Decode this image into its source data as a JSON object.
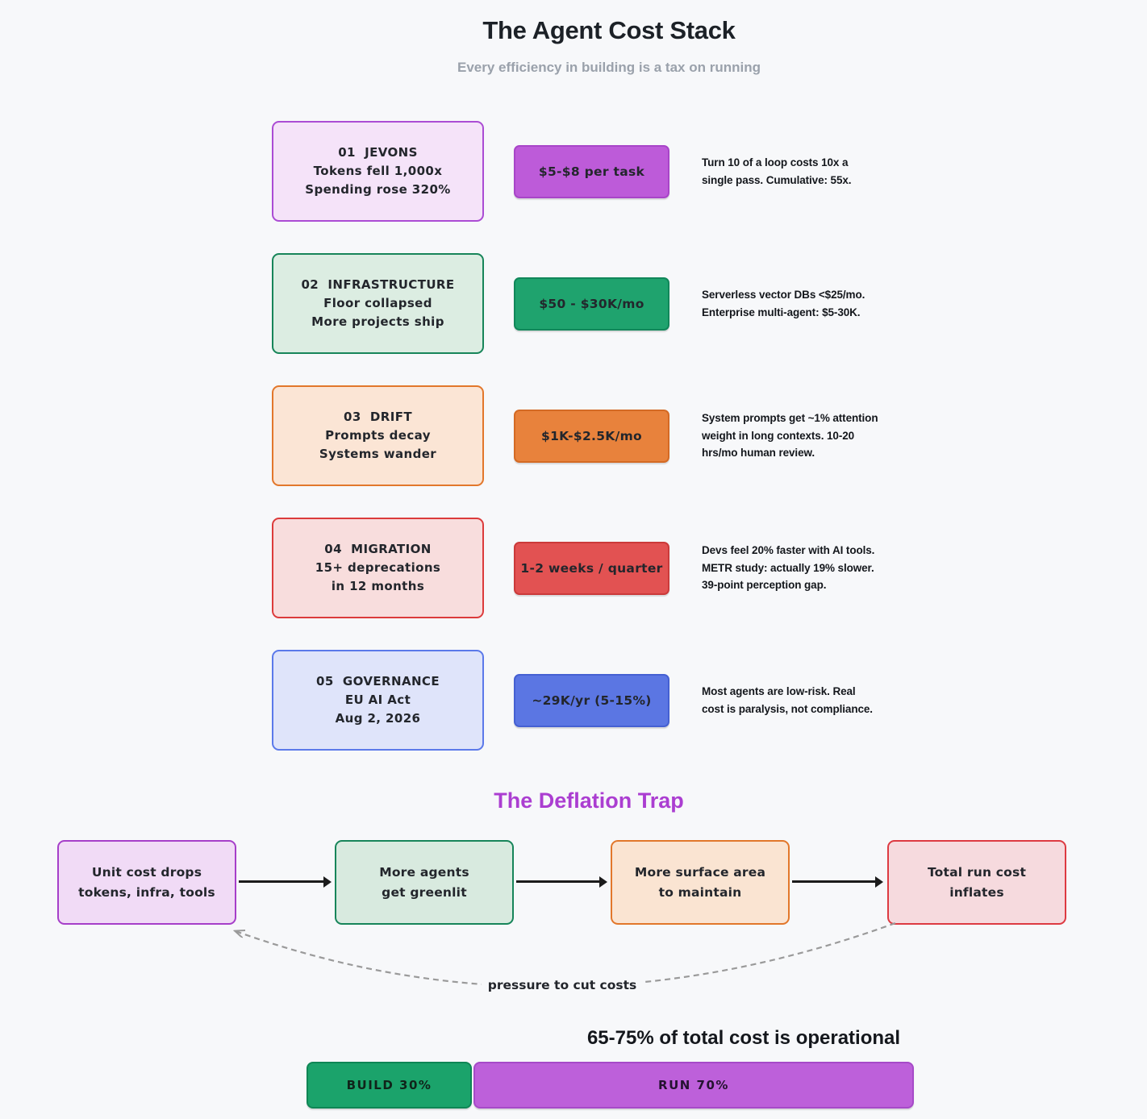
{
  "page": {
    "title": "The Agent Cost Stack",
    "subtitle": "Every efficiency in building is a tax on running",
    "background_color": "#f7f8fa"
  },
  "stack": {
    "rows": [
      {
        "title": "01  JEVONS",
        "line2": "Tokens fell 1,000x",
        "line3": "Spending rose 320%",
        "cost": "$5-$8 per task",
        "description": "Turn 10 of a loop costs 10x a\nsingle pass. Cumulative: 55x.",
        "accent_color": "#bd5bd9"
      },
      {
        "title": "02  INFRASTRUCTURE",
        "line2": "Floor collapsed",
        "line3": "More projects ship",
        "cost": "$50 - $30K/mo",
        "description": "Serverless vector DBs <$25/mo.\nEnterprise multi-agent: $5-30K.",
        "accent_color": "#1fa36e"
      },
      {
        "title": "03  DRIFT",
        "line2": "Prompts decay",
        "line3": "Systems wander",
        "cost": "$1K-$2.5K/mo",
        "description": "System prompts get ~1% attention\nweight in long contexts. 10-20\nhrs/mo human review.",
        "accent_color": "#e8823c"
      },
      {
        "title": "04  MIGRATION",
        "line2": "15+ deprecations",
        "line3": "in 12 months",
        "cost": "1-2 weeks / quarter",
        "description": "Devs feel 20% faster with AI tools.\nMETR study: actually 19% slower.\n39-point perception gap.",
        "accent_color": "#e25252"
      },
      {
        "title": "05  GOVERNANCE",
        "line2": "EU AI Act",
        "line3": "Aug 2, 2026",
        "cost": "~29K/yr (5-15%)",
        "description": "Most agents are low-risk. Real\ncost is paralysis, not compliance.",
        "accent_color": "#5b76e3"
      }
    ]
  },
  "deflation": {
    "title": "The Deflation Trap",
    "title_color": "#ab3ed1",
    "boxes": [
      {
        "label": "Unit cost drops\ntokens, infra, tools",
        "accent_color": "#a63fc9"
      },
      {
        "label": "More agents\nget greenlit",
        "accent_color": "#17855a"
      },
      {
        "label": "More surface area\nto maintain",
        "accent_color": "#e2772b"
      },
      {
        "label": "Total run cost\ninflates",
        "accent_color": "#dd3a42"
      }
    ],
    "feedback_label": "pressure to cut costs"
  },
  "operational": {
    "title": "65-75% of total cost is operational",
    "segments": [
      {
        "label": "BUILD 30%",
        "percent": 30,
        "color": "#1ba36b"
      },
      {
        "label": "RUN 70%",
        "percent": 70,
        "color": "#bd60da"
      }
    ]
  }
}
